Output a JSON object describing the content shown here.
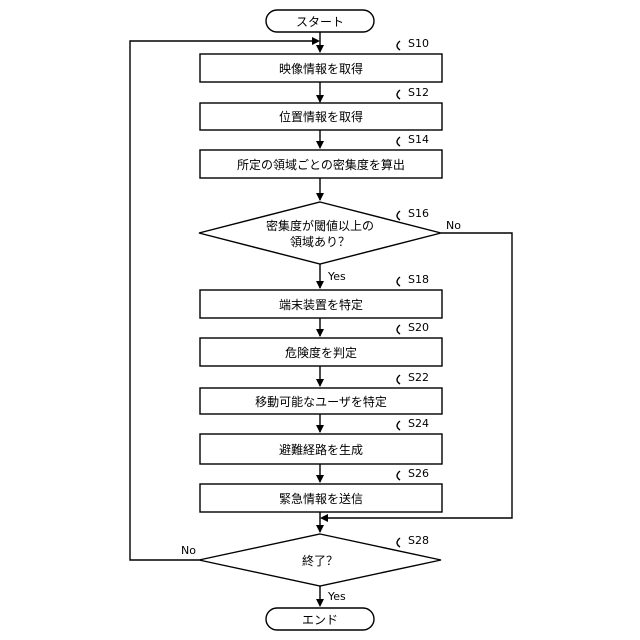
{
  "start": {
    "label": "スタート"
  },
  "end": {
    "label": "エンド"
  },
  "steps": [
    {
      "id": "S10",
      "label": "映像情報を取得"
    },
    {
      "id": "S12",
      "label": "位置情報を取得"
    },
    {
      "id": "S14",
      "label": "所定の領域ごとの密集度を算出"
    },
    {
      "id": "S18",
      "label": "端末装置を特定"
    },
    {
      "id": "S20",
      "label": "危険度を判定"
    },
    {
      "id": "S22",
      "label": "移動可能なユーザを特定"
    },
    {
      "id": "S24",
      "label": "避難経路を生成"
    },
    {
      "id": "S26",
      "label": "緊急情報を送信"
    }
  ],
  "decisions": [
    {
      "id": "S16",
      "line1": "密集度が閾値以上の",
      "line2": "領域あり？",
      "yes": "Yes",
      "no": "No"
    },
    {
      "id": "S28",
      "label": "終了？",
      "yes": "Yes",
      "no": "No"
    }
  ]
}
